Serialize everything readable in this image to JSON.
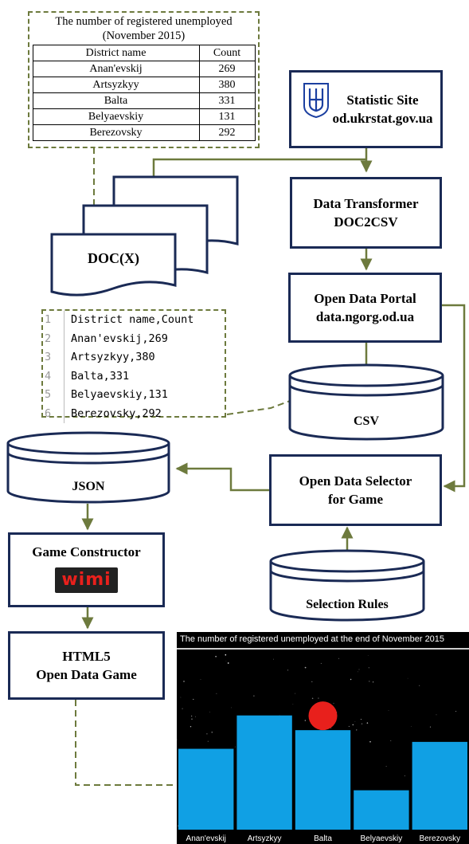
{
  "source_table": {
    "title_line1": "The number of registered unemployed",
    "title_line2": "(November 2015)",
    "headers": [
      "District name",
      "Count"
    ],
    "rows": [
      [
        "Anan'evskij",
        "269"
      ],
      [
        "Artsyzkyy",
        "380"
      ],
      [
        "Balta",
        "331"
      ],
      [
        "Belyaevskiy",
        "131"
      ],
      [
        "Berezovsky",
        "292"
      ]
    ]
  },
  "doc_label": "DOC(X)",
  "nodes": {
    "statistic_site": {
      "line1": "Statistic Site",
      "line2": "od.ukrstat.gov.ua"
    },
    "data_transformer": {
      "line1": "Data Transformer",
      "line2": "DOC2CSV"
    },
    "open_data_portal": {
      "line1": "Open Data Portal",
      "line2": "data.ngorg.od.ua"
    },
    "csv": "CSV",
    "json": "JSON",
    "selector": {
      "line1": "Open Data Selector",
      "line2": "for Game"
    },
    "selection_rules": "Selection Rules",
    "game_constructor": "Game Constructor",
    "wimi_logo": "wimi",
    "html5_game": {
      "line1": "HTML5",
      "line2": "Open Data Game"
    }
  },
  "csv_lines": [
    {
      "n": "1",
      "text": "District name,Count"
    },
    {
      "n": "2",
      "text": "Anan'evskij,269"
    },
    {
      "n": "3",
      "text": "Artsyzkyy,380"
    },
    {
      "n": "4",
      "text": "Balta,331"
    },
    {
      "n": "5",
      "text": "Belyaevskiy,131"
    },
    {
      "n": "6",
      "text": "Berezovsky,292"
    }
  ],
  "colors": {
    "box_border": "#1a2a55",
    "arrow": "#6d7a3d",
    "bar": "#10a0e4",
    "ball": "#e8201c"
  },
  "icons": [
    "trident-icon"
  ],
  "chart_data": {
    "type": "bar",
    "title": "The number of registered unemployed at the end of November 2015",
    "categories": [
      "Anan'evskij",
      "Artsyzkyy",
      "Balta",
      "Belyaevskiy",
      "Berezovsky"
    ],
    "values": [
      269,
      380,
      331,
      131,
      292
    ],
    "ylim": [
      0,
      700
    ],
    "grid": false,
    "legend": "none"
  }
}
